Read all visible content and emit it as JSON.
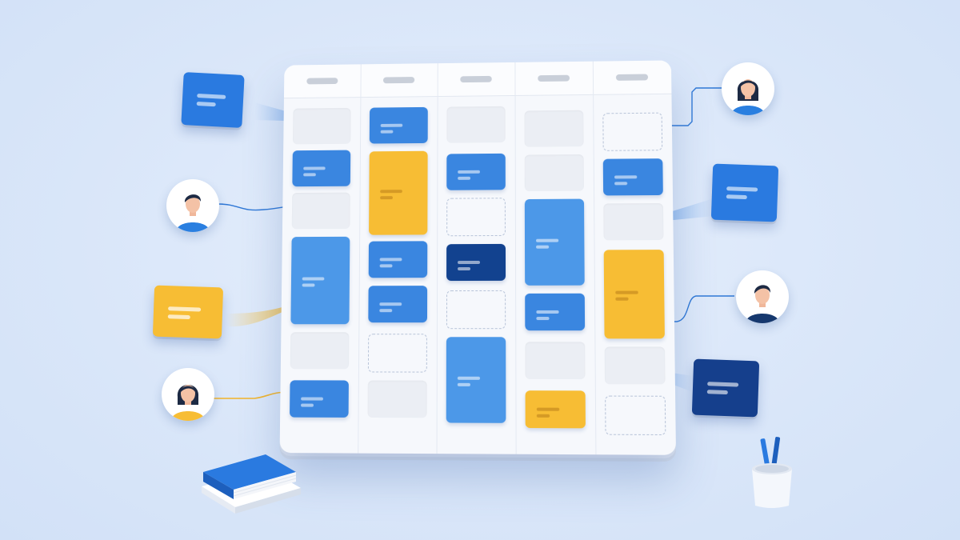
{
  "scene": {
    "description_type": "illustration",
    "colors": {
      "background": "#dce8f9",
      "board": "#f6f8fc",
      "blue": "#4c98e8",
      "navy": "#12428f",
      "yellow": "#f7bd34",
      "empty_slot": "#ebeef4"
    }
  },
  "board": {
    "column_count": 5,
    "columns": [
      {
        "header_icon": "placeholder-bar"
      },
      {
        "header_icon": "placeholder-bar"
      },
      {
        "header_icon": "placeholder-bar"
      },
      {
        "header_icon": "placeholder-bar"
      },
      {
        "header_icon": "placeholder-bar"
      }
    ]
  },
  "people": [
    {
      "name": "woman-avatar-top-right",
      "shirt": "#2a7fe0"
    },
    {
      "name": "man-avatar-left",
      "shirt": "#2a7fe0"
    },
    {
      "name": "man-avatar-right",
      "shirt": "#16386e"
    },
    {
      "name": "woman-avatar-bottom-left",
      "shirt": "#f7bd34"
    }
  ],
  "decor": {
    "book_icon": "book-icon",
    "pencil_cup_icon": "pencil-cup-icon"
  }
}
